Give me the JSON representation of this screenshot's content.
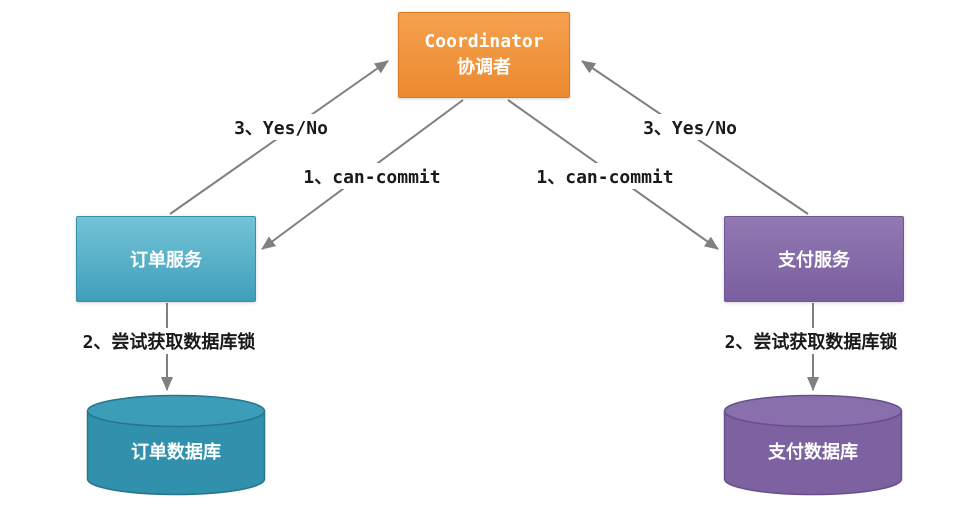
{
  "nodes": {
    "coordinator": {
      "line1": "Coordinator",
      "line2": "协调者"
    },
    "order_service": {
      "label": "订单服务"
    },
    "payment_service": {
      "label": "支付服务"
    },
    "order_db": {
      "label": "订单数据库"
    },
    "payment_db": {
      "label": "支付数据库"
    }
  },
  "edges": {
    "yes_no_left": "3、Yes/No",
    "can_commit_left": "1、can-commit",
    "can_commit_right": "1、can-commit",
    "yes_no_right": "3、Yes/No",
    "lock_left": "2、尝试获取数据库锁",
    "lock_right": "2、尝试获取数据库锁"
  },
  "colors": {
    "coordinator": "#EC8A30",
    "order_service": "#4BACC6",
    "payment_service": "#8064A2",
    "order_db": "#3191AD",
    "payment_db": "#7E61A1",
    "arrow": "#808080",
    "label_text": "#1A1A1A",
    "node_text": "#FFFFFF"
  }
}
